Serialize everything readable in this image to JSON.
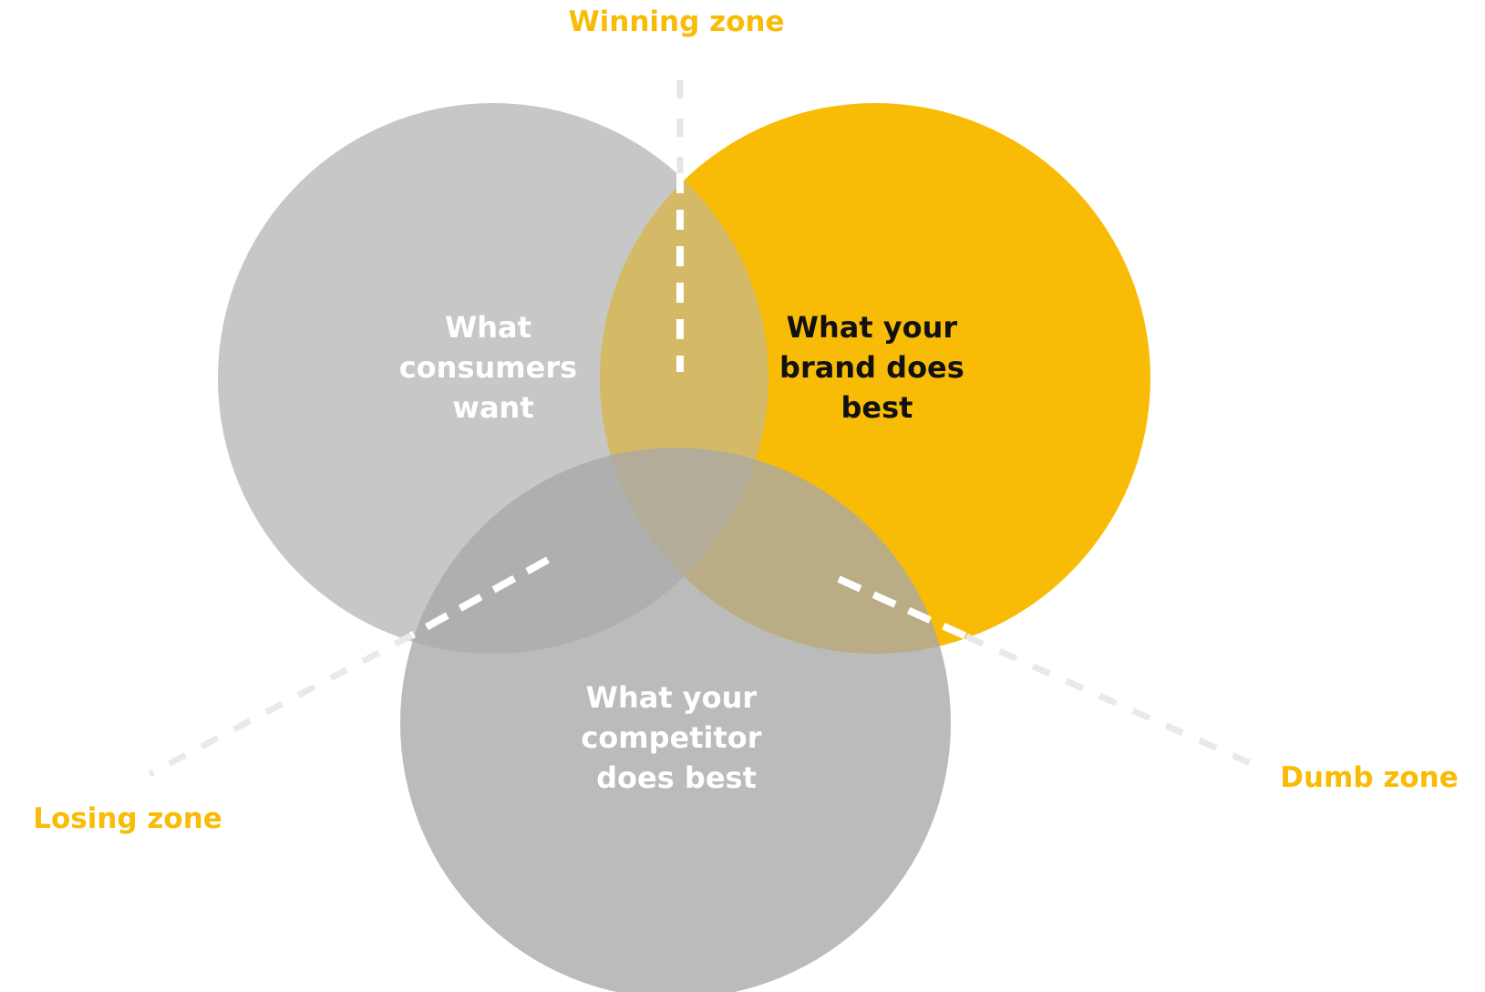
{
  "colors": {
    "accent": "#F9BC06",
    "grey_circle": "#C4C4C4",
    "white_text": "#FFFFFF",
    "dark_text": "#111111"
  },
  "circles": {
    "consumers": {
      "line1": "What",
      "line2": "consumers",
      "line3": "want"
    },
    "brand": {
      "line1": "What your",
      "line2": "brand does",
      "line3": "best"
    },
    "competitor": {
      "line1": "What your",
      "line2": "competitor",
      "line3": "does best"
    }
  },
  "zones": {
    "winning": "Winning zone",
    "losing": "Losing zone",
    "dumb": "Dumb zone"
  }
}
